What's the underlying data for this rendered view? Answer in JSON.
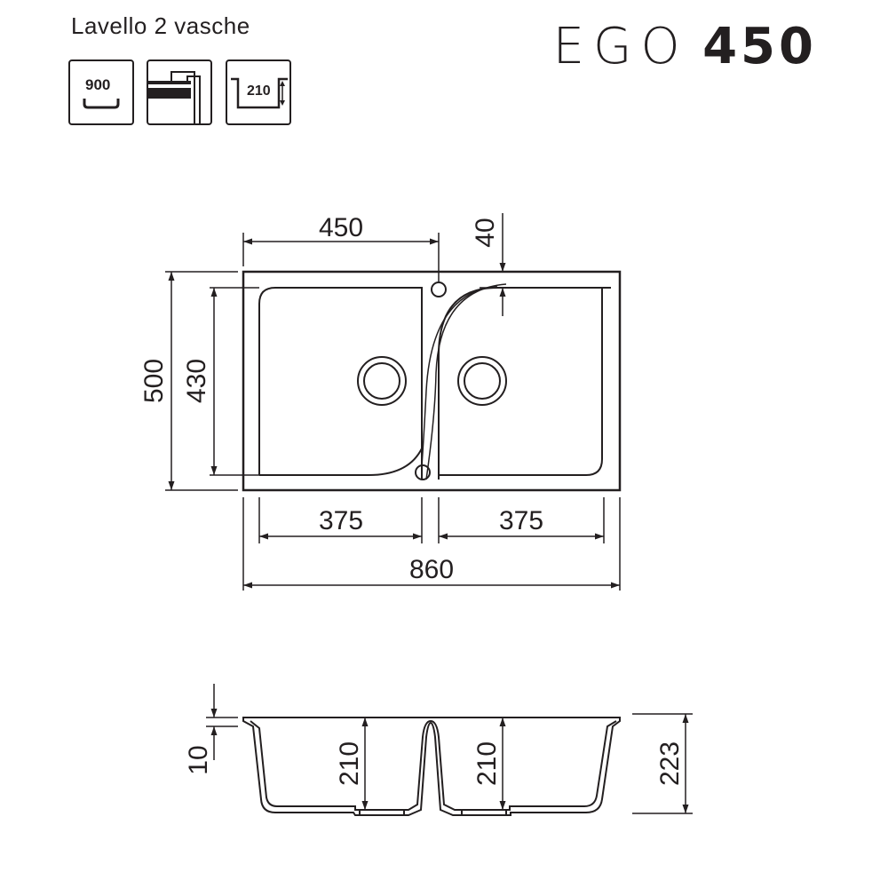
{
  "header": {
    "subtitle": "Lavello 2 vasche",
    "brand_light": "EGO",
    "brand_bold": "450"
  },
  "badges": [
    {
      "icon": "cabinet-width-icon",
      "label": "900"
    },
    {
      "icon": "countertop-mount-icon",
      "label": ""
    },
    {
      "icon": "bowl-depth-icon",
      "label": "210"
    }
  ],
  "top_view": {
    "dim_bowl_width": "450",
    "dim_offset": "40",
    "dim_total_depth": "500",
    "dim_inner_depth": "430",
    "dim_left_bowl": "375",
    "dim_right_bowl": "375",
    "dim_total_width": "860"
  },
  "side_view": {
    "dim_rim": "10",
    "dim_left_depth": "210",
    "dim_right_depth": "210",
    "dim_total_height": "223"
  },
  "colors": {
    "line": "#231f20",
    "background": "#ffffff"
  }
}
